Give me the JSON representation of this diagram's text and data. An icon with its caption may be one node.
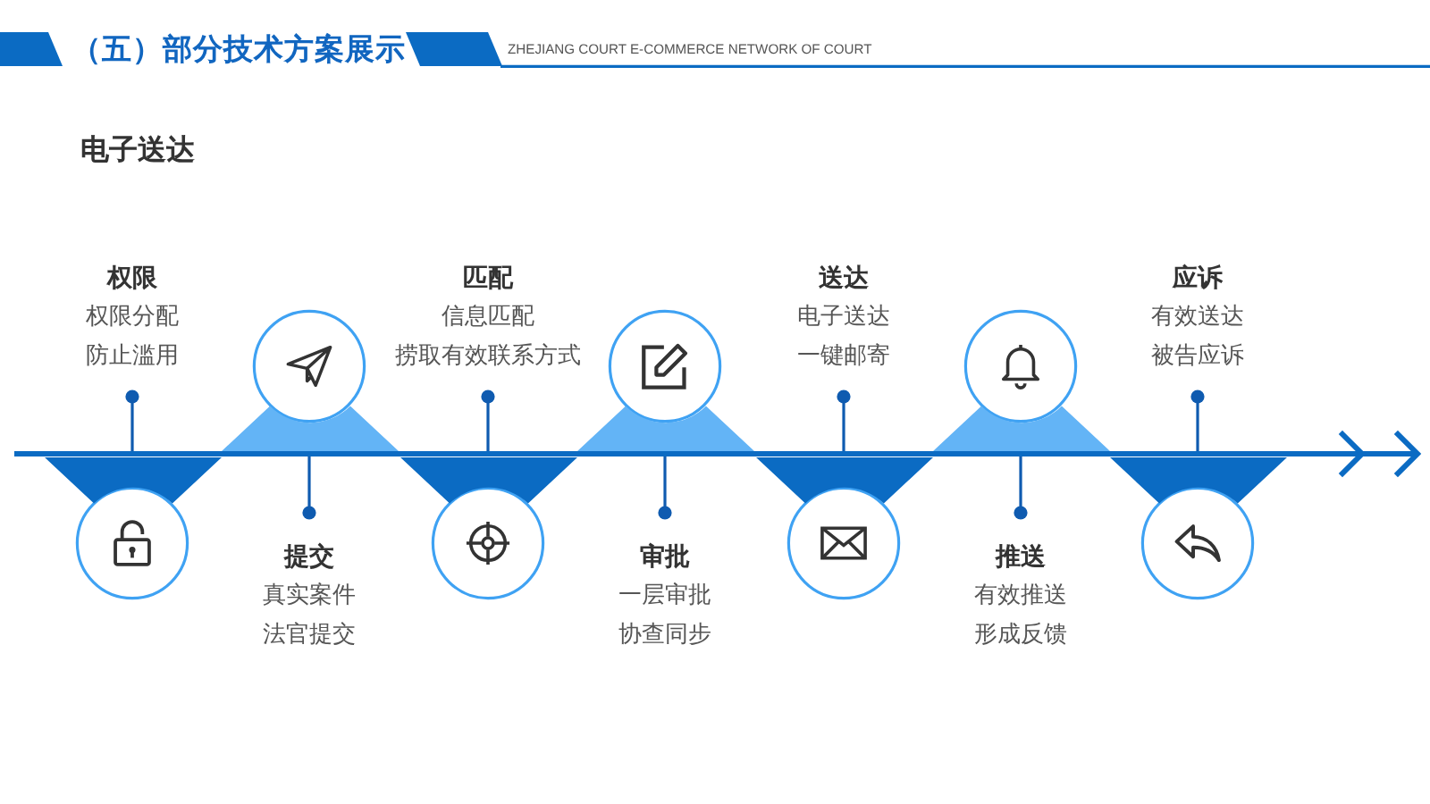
{
  "diagram": {
    "title": "（五）部分技术方案展示",
    "nodes": [
      {
        "text": [
          "权限",
          "权限分配",
          "防止滥用"
        ]
      },
      {
        "text": [
          "提交",
          "真实案件",
          "法官提交"
        ]
      },
      {
        "text": [
          "匹配",
          "信息匹配",
          "捞取有效联系方式"
        ]
      },
      {
        "text": [
          "审批",
          "一层审批",
          "协查同步"
        ]
      },
      {
        "text": [
          "送达",
          "电子送达",
          "一键邮寄"
        ]
      },
      {
        "text": [
          "推送",
          "有效推送",
          "形成反馈"
        ]
      },
      {
        "text": [
          "应诉",
          "有效送达",
          "被告应诉"
        ]
      },
      {
        "text": [],
        "shape": "circle"
      },
      {
        "text": [],
        "shape": "circle"
      },
      {
        "text": [],
        "shape": "circle"
      },
      {
        "text": [],
        "shape": "circle"
      },
      {
        "text": [],
        "shape": "circle"
      },
      {
        "text": [],
        "shape": "circle"
      },
      {
        "text": [],
        "shape": "circle"
      },
      {
        "text": [],
        "shape": "triangle"
      },
      {
        "text": [],
        "shape": "triangle"
      },
      {
        "text": [],
        "shape": "triangle"
      },
      {
        "text": [],
        "shape": "triangle"
      },
      {
        "text": [],
        "shape": "triangle"
      },
      {
        "text": [],
        "shape": "triangle"
      },
      {
        "text": [],
        "shape": "triangle"
      }
    ],
    "edges": [
      {
        "from": 0,
        "to": 14,
        "arrow": "other"
      },
      {
        "from": 1,
        "to": 15,
        "arrow": "other"
      },
      {
        "from": 2,
        "to": 16,
        "arrow": "other"
      },
      {
        "from": 3,
        "to": 17,
        "arrow": "other"
      },
      {
        "from": 4,
        "to": 18,
        "arrow": "other"
      },
      {
        "from": 5,
        "to": 19,
        "arrow": "other"
      },
      {
        "from": 6,
        "to": 20,
        "arrow": "other"
      }
    ],
    "labels": [
      "ZHEJIANG COURT E-COMMERCE NETWORK OF COURT",
      "电子送达"
    ]
  }
}
